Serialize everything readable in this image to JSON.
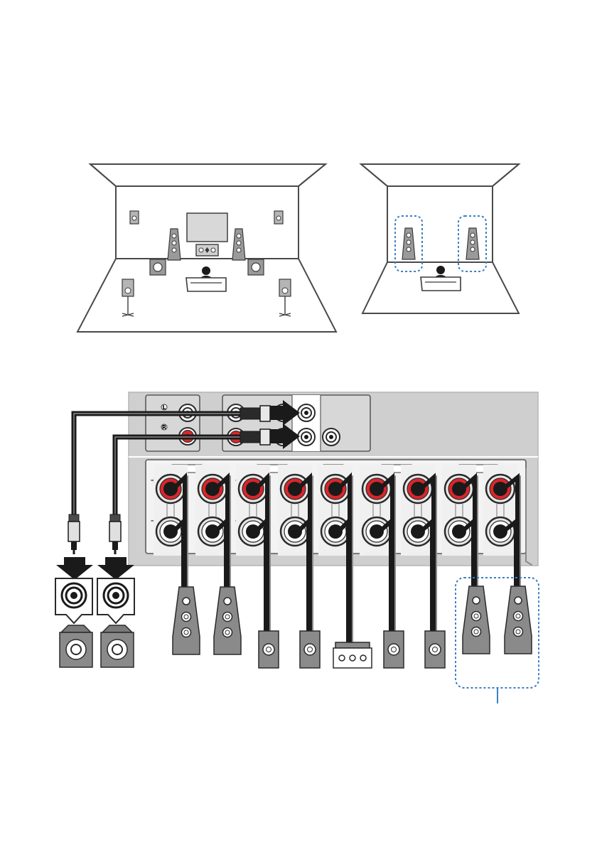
{
  "figure": {
    "room_views": [
      {
        "name": "full-speaker-layout"
      },
      {
        "name": "front-presence-highlight"
      }
    ],
    "terminal_marks": {
      "left": "L",
      "right": "R",
      "plus": "+",
      "minus": "−"
    },
    "colors": {
      "highlight": "#3a7fc6",
      "terminal_red": "#d9262a",
      "panel": "#cfcfcf",
      "cable": "#1a1a1a",
      "line": "#4a4a4a"
    }
  }
}
